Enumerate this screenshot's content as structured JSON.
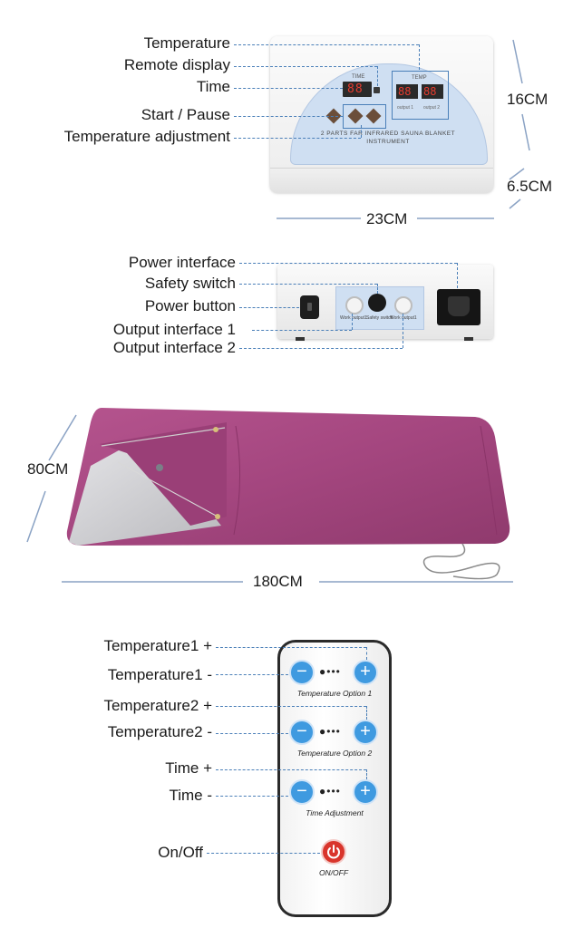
{
  "controller_front": {
    "labels": {
      "temperature": "Temperature",
      "remote_display": "Remote display",
      "time": "Time",
      "start_pause": "Start / Pause",
      "temperature_adjustment": "Temperature adjustment"
    },
    "panel_time_label": "TIME",
    "panel_time_digits": "88",
    "panel_temp_label": "TEMP",
    "panel_temp_digits_1": "88",
    "panel_temp_digits_2": "88",
    "panel_output_1": "output 1",
    "panel_output_2": "output 2",
    "panel_title_line1": "2 PARTS FAR INFRARED SAUNA BLANKET",
    "panel_title_line2": "INSTRUMENT",
    "dim_height": "16CM",
    "dim_depth": "6.5CM",
    "dim_width": "23CM"
  },
  "controller_back": {
    "labels": {
      "power_interface": "Power interface",
      "safety_switch": "Safety switch",
      "power_button": "Power button",
      "output_interface_1": "Output interface 1",
      "output_interface_2": "Output interface 2"
    },
    "port_label_1": "Work output1",
    "port_label_safety": "Safety switch",
    "port_label_2": "Work output1"
  },
  "blanket": {
    "dim_width": "80CM",
    "dim_length": "180CM",
    "colors": {
      "outer": "#a4467f",
      "inner": "#c9c9cc"
    }
  },
  "remote": {
    "labels": {
      "temp1_plus": "Temperature1 +",
      "temp1_minus": "Temperature1 -",
      "temp2_plus": "Temperature2 +",
      "temp2_minus": "Temperature2 -",
      "time_plus": "Time +",
      "time_minus": "Time -",
      "on_off": "On/Off"
    },
    "option_1": "Temperature Option 1",
    "option_2": "Temperature Option 2",
    "time_adjustment": "Time Adjustment",
    "power": "ON/OFF",
    "colors": {
      "button": "#3f9ae0",
      "power_button": "#d9352c"
    }
  }
}
